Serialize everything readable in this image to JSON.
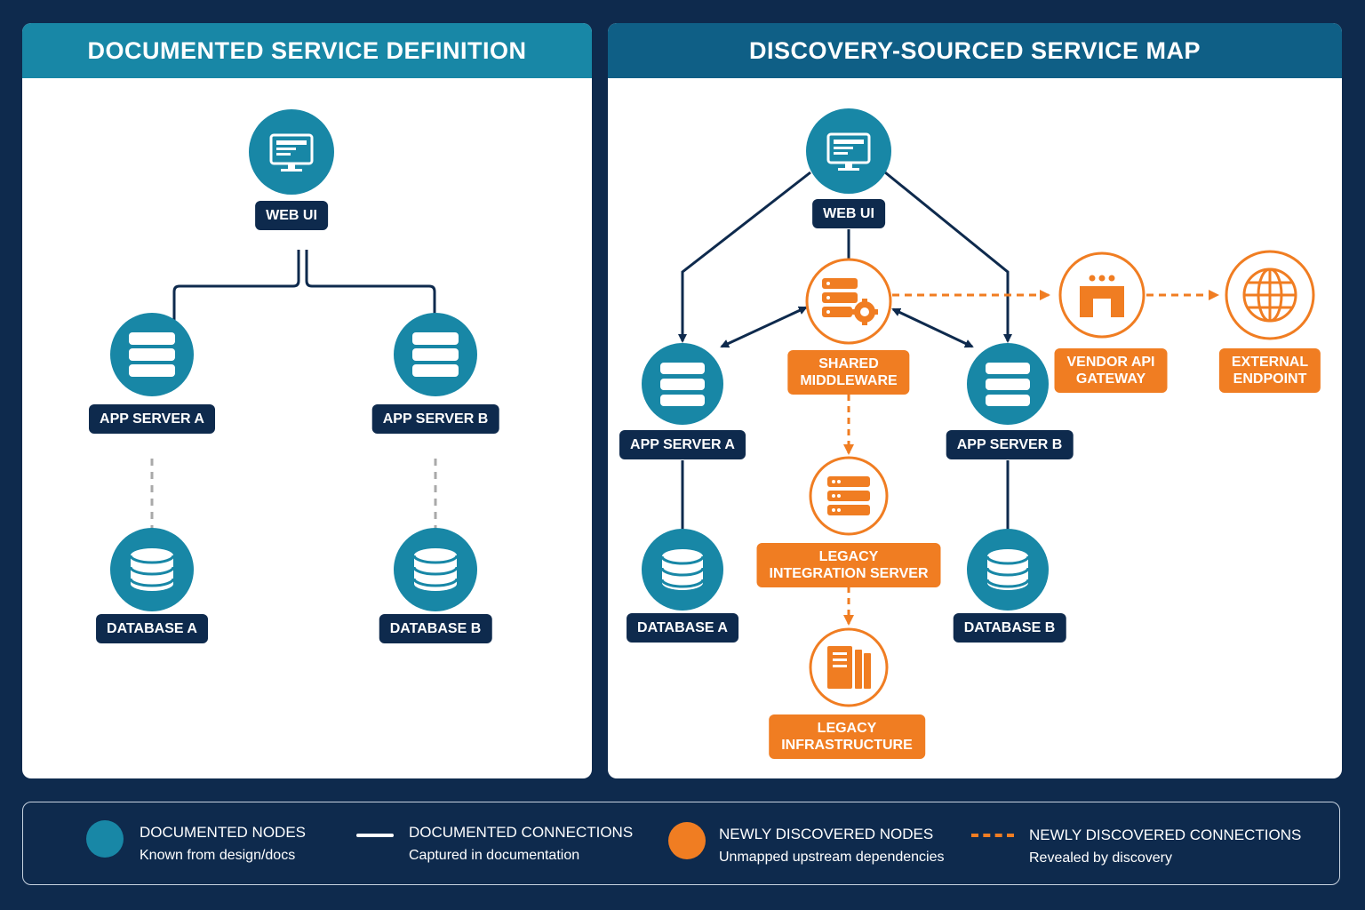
{
  "left_panel": {
    "title": "DOCUMENTED SERVICE DEFINITION",
    "nodes": {
      "web_ui": "WEB UI",
      "app_a": "APP SERVER A",
      "app_b": "APP SERVER B",
      "db_a": "DATABASE A",
      "db_b": "DATABASE B"
    }
  },
  "right_panel": {
    "title": "DISCOVERY-SOURCED SERVICE MAP",
    "nodes": {
      "web_ui": "WEB UI",
      "app_a": "APP SERVER A",
      "app_b": "APP SERVER B",
      "db_a": "DATABASE A",
      "db_b": "DATABASE B",
      "middleware_1": "SHARED",
      "middleware_2": "MIDDLEWARE",
      "vendor_1": "VENDOR API",
      "vendor_2": "GATEWAY",
      "external_1": "EXTERNAL",
      "external_2": "ENDPOINT",
      "legacy_int_1": "LEGACY",
      "legacy_int_2": "INTEGRATION SERVER",
      "legacy_infra_1": "LEGACY",
      "legacy_infra_2": "INFRASTRUCTURE"
    }
  },
  "legend": {
    "documented_nodes": {
      "title": "DOCUMENTED NODES",
      "sub": "Known from design/docs"
    },
    "documented_connections": {
      "title": "DOCUMENTED CONNECTIONS",
      "sub": "Captured in documentation"
    },
    "new_nodes": {
      "title": "NEWLY DISCOVERED NODES",
      "sub": "Unmapped upstream dependencies"
    },
    "new_connections": {
      "title": "NEWLY DISCOVERED CONNECTIONS",
      "sub": "Revealed by discovery"
    }
  },
  "colors": {
    "background": "#0e2a4d",
    "documented_teal": "#1887a6",
    "header_blue": "#0f5f86",
    "label_navy": "#0e2a4d",
    "discovered_orange": "#f07d22",
    "dashed_gray": "#a9a9a9"
  },
  "icons": {
    "web_ui": "monitor-icon",
    "app_server": "server-stack-icon",
    "database": "database-icon",
    "middleware": "server-gear-icon",
    "vendor_gateway": "api-gateway-icon",
    "external": "globe-icon",
    "legacy_server": "server-stack-icon",
    "legacy_infra": "rack-icon"
  }
}
